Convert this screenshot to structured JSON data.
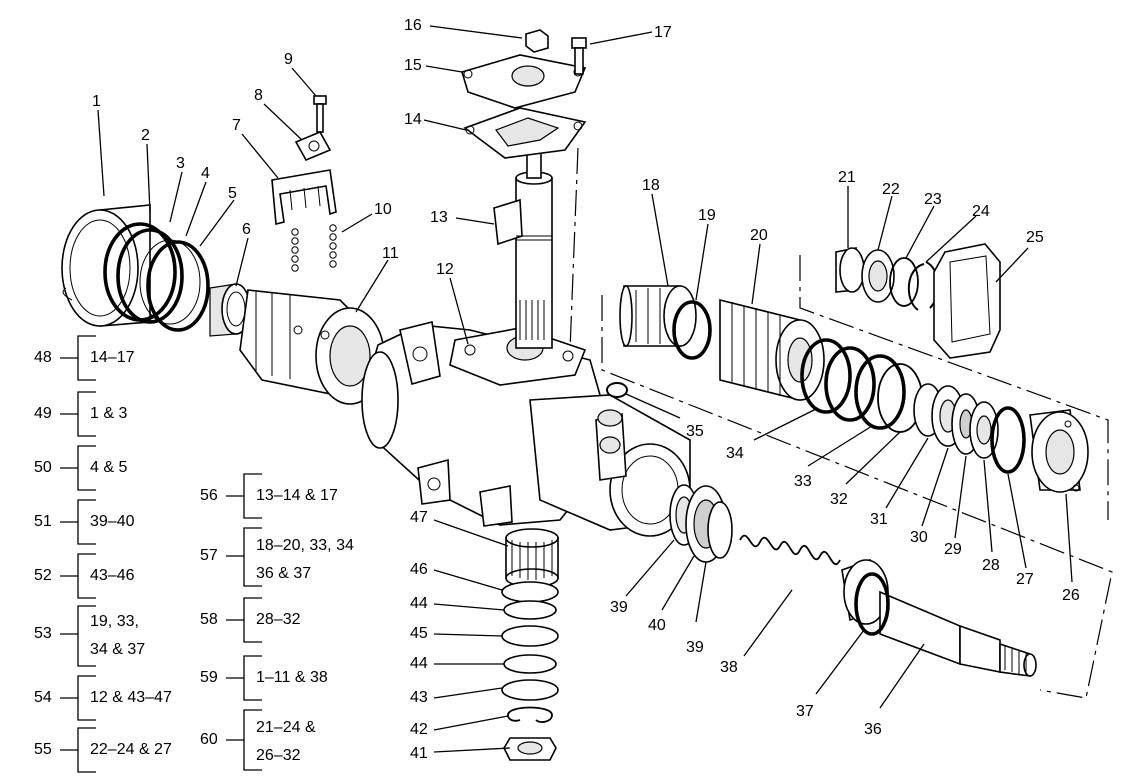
{
  "callouts": [
    {
      "id": "1",
      "label": "1"
    },
    {
      "id": "2",
      "label": "2"
    },
    {
      "id": "3",
      "label": "3"
    },
    {
      "id": "4",
      "label": "4"
    },
    {
      "id": "5",
      "label": "5"
    },
    {
      "id": "6",
      "label": "6"
    },
    {
      "id": "7",
      "label": "7"
    },
    {
      "id": "8",
      "label": "8"
    },
    {
      "id": "9",
      "label": "9"
    },
    {
      "id": "10",
      "label": "10"
    },
    {
      "id": "11",
      "label": "11"
    },
    {
      "id": "12",
      "label": "12"
    },
    {
      "id": "13",
      "label": "13"
    },
    {
      "id": "14",
      "label": "14"
    },
    {
      "id": "15",
      "label": "15"
    },
    {
      "id": "16",
      "label": "16"
    },
    {
      "id": "17",
      "label": "17"
    },
    {
      "id": "18",
      "label": "18"
    },
    {
      "id": "19",
      "label": "19"
    },
    {
      "id": "20",
      "label": "20"
    },
    {
      "id": "21",
      "label": "21"
    },
    {
      "id": "22",
      "label": "22"
    },
    {
      "id": "23",
      "label": "23"
    },
    {
      "id": "24",
      "label": "24"
    },
    {
      "id": "25",
      "label": "25"
    },
    {
      "id": "26",
      "label": "26"
    },
    {
      "id": "27",
      "label": "27"
    },
    {
      "id": "28",
      "label": "28"
    },
    {
      "id": "29",
      "label": "29"
    },
    {
      "id": "30",
      "label": "30"
    },
    {
      "id": "31",
      "label": "31"
    },
    {
      "id": "32",
      "label": "32"
    },
    {
      "id": "33",
      "label": "33"
    },
    {
      "id": "34",
      "label": "34"
    },
    {
      "id": "35",
      "label": "35"
    },
    {
      "id": "36",
      "label": "36"
    },
    {
      "id": "37",
      "label": "37"
    },
    {
      "id": "38",
      "label": "38"
    },
    {
      "id": "39a",
      "label": "39"
    },
    {
      "id": "39b",
      "label": "39"
    },
    {
      "id": "40",
      "label": "40"
    },
    {
      "id": "41",
      "label": "41"
    },
    {
      "id": "42",
      "label": "42"
    },
    {
      "id": "43",
      "label": "43"
    },
    {
      "id": "44a",
      "label": "44"
    },
    {
      "id": "44b",
      "label": "44"
    },
    {
      "id": "45",
      "label": "45"
    },
    {
      "id": "46",
      "label": "46"
    },
    {
      "id": "47",
      "label": "47"
    }
  ],
  "groups": [
    {
      "number": "48",
      "lines": [
        "14–17"
      ]
    },
    {
      "number": "49",
      "lines": [
        "1 & 3"
      ]
    },
    {
      "number": "50",
      "lines": [
        "4 & 5"
      ]
    },
    {
      "number": "51",
      "lines": [
        "39–40"
      ]
    },
    {
      "number": "52",
      "lines": [
        "43–46"
      ]
    },
    {
      "number": "53",
      "lines": [
        "19, 33,",
        "34 & 37"
      ]
    },
    {
      "number": "54",
      "lines": [
        "12 & 43–47"
      ]
    },
    {
      "number": "55",
      "lines": [
        "22–24 & 27"
      ]
    },
    {
      "number": "56",
      "lines": [
        "13–14 & 17"
      ]
    },
    {
      "number": "57",
      "lines": [
        "18–20, 33, 34",
        "36 & 37"
      ]
    },
    {
      "number": "58",
      "lines": [
        "28–32"
      ]
    },
    {
      "number": "59",
      "lines": [
        "1–11 & 38"
      ]
    },
    {
      "number": "60",
      "lines": [
        "21–24 &",
        "26–32"
      ]
    }
  ]
}
